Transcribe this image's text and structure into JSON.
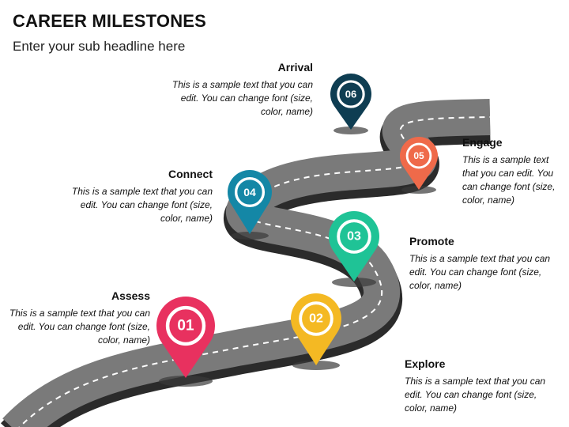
{
  "title": "CAREER MILESTONES",
  "subtitle": "Enter your sub headline here",
  "milestones": [
    {
      "number": "01",
      "heading": "Assess",
      "text": "This is a sample text that you can edit. You can change font (size, color, name)",
      "color": "#E8315F"
    },
    {
      "number": "02",
      "heading": "Explore",
      "text": "This is a sample text that you can edit. You can change font (size, color, name)",
      "color": "#F4B923"
    },
    {
      "number": "03",
      "heading": "Promote",
      "text": "This is a sample text that you can edit. You can change font (size, color, name)",
      "color": "#1FC396"
    },
    {
      "number": "04",
      "heading": "Connect",
      "text": "This is a sample text that you can edit. You can change font (size, color, name)",
      "color": "#1487A6"
    },
    {
      "number": "05",
      "heading": "Engage",
      "text": "This is a sample text that you can edit. You can change font (size, color, name)",
      "color": "#EF6A4A"
    },
    {
      "number": "06",
      "heading": "Arrival",
      "text": "This is a sample text that you can edit. You can change font (size, color, name)",
      "color": "#0E3D52"
    }
  ],
  "colors": {
    "road": "#7a7a7a",
    "road_edge": "#2b2b2b",
    "lane": "#ffffff"
  }
}
